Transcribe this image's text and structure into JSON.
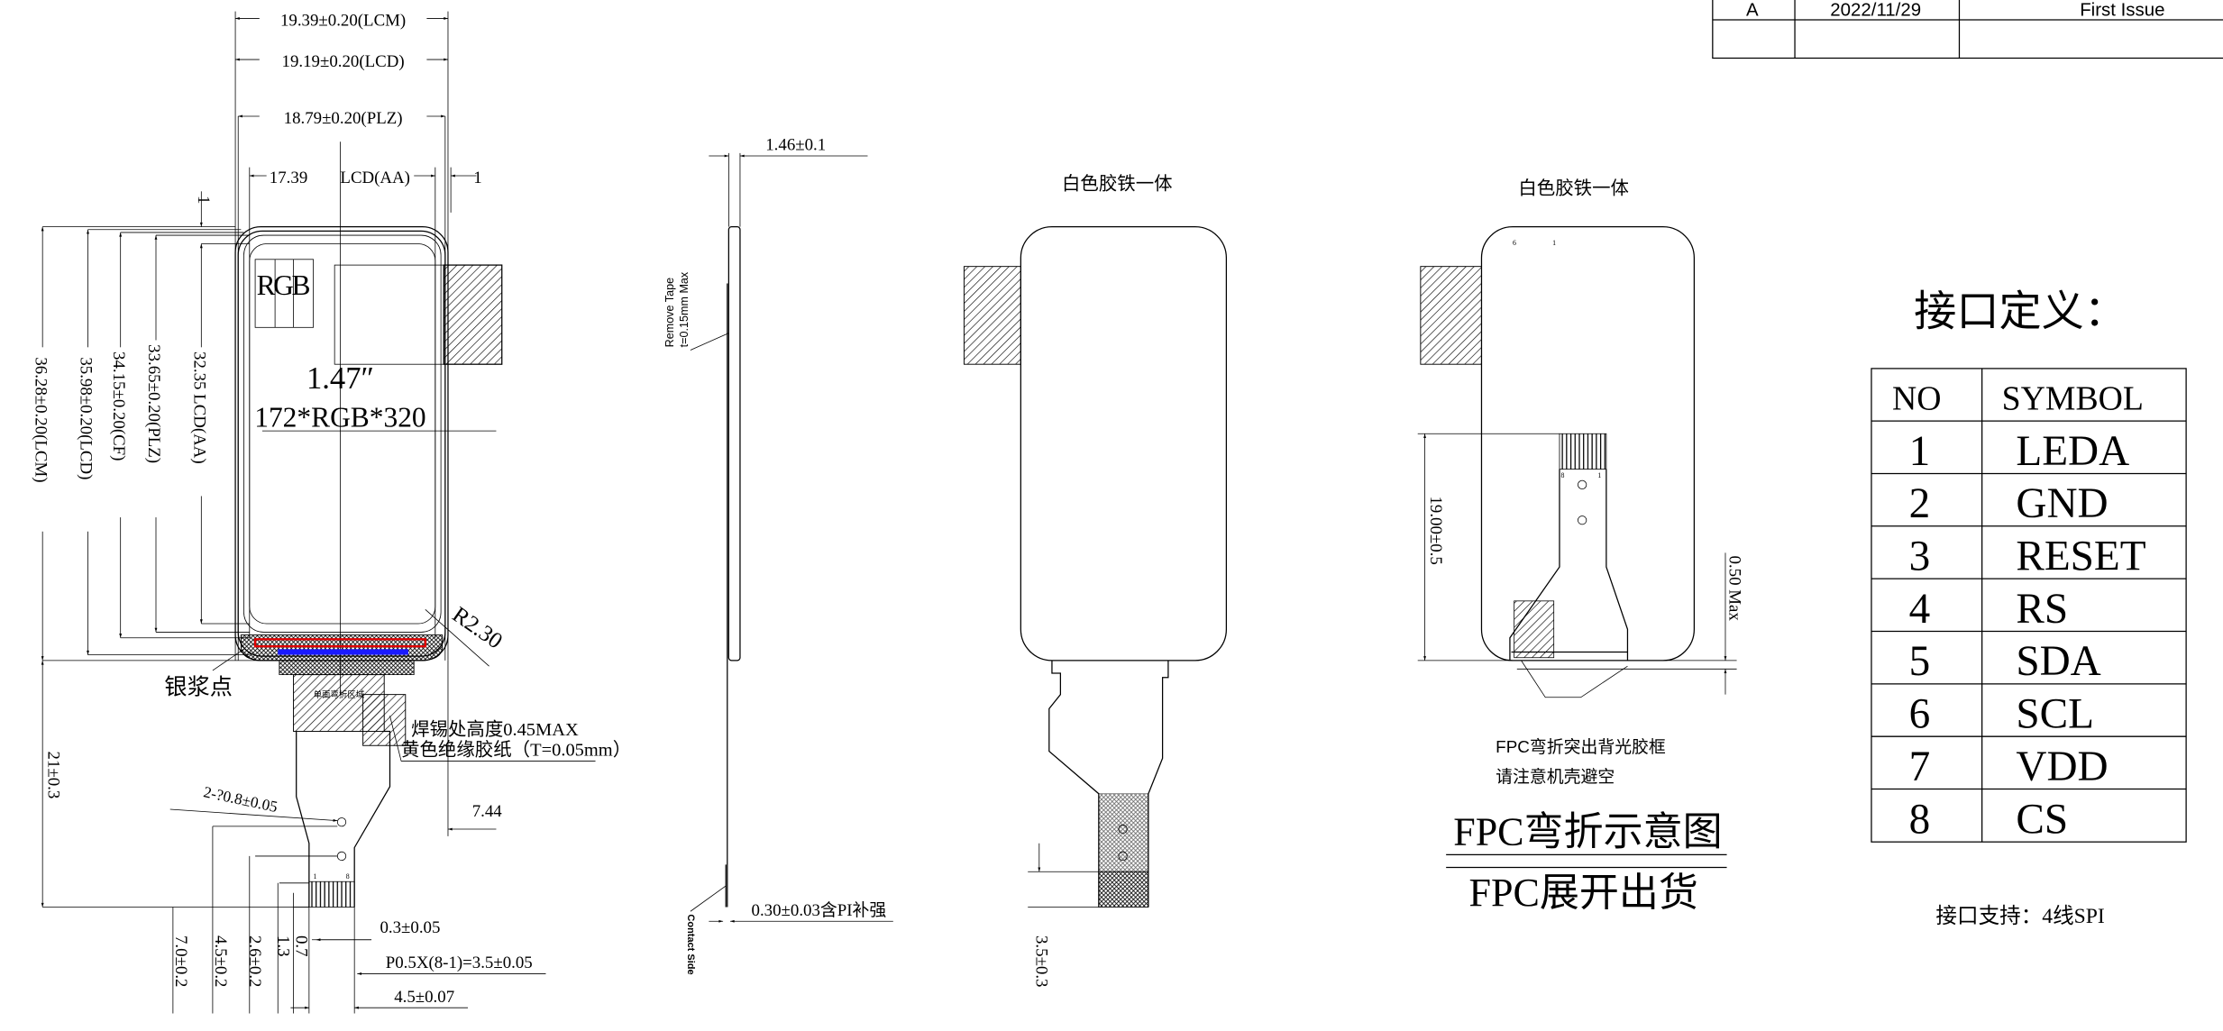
{
  "revision_table": {
    "rev": "A",
    "date": "2022/11/29",
    "description": "First Issue"
  },
  "front_view": {
    "width_lcm": "19.39±0.20(LCM)",
    "width_lcd": "19.19±0.20(LCD)",
    "width_plz": "18.79±0.20(PLZ)",
    "width_aa": "17.39",
    "width_aa_label": "LCD(AA)",
    "offset_right": "1",
    "offset_top": "1",
    "rgb_label": "RGB",
    "size": "1.47″",
    "resolution": "172*RGB*320",
    "height_lcm": "36.28±0.20(LCM)",
    "height_lcd": "35.98±0.20(LCD)",
    "height_cf": "34.15±0.20(CF)",
    "height_plz": "33.65±0.20(PLZ)",
    "height_aa": "32.35  LCD(AA)",
    "radius": "R2.30",
    "silver_dot": "银浆点",
    "bend_area": "单面弯折区域",
    "solder_note": "焊锡处高度0.45MAX",
    "tape_note": "黄色绝缘胶纸（T=0.05mm）",
    "fpc_length": "21±0.3",
    "hole_spec": "2-?0.8±0.05",
    "fpc_offset": "7.44",
    "pin_width": "0.3±0.05",
    "pitch": "P0.5X(8-1)=3.5±0.05",
    "finger_width": "4.5±0.07",
    "dim_7": "7.0±0.2",
    "dim_45": "4.5±0.2",
    "dim_26": "2.6±0.2",
    "dim_13": "1.3",
    "dim_07": "0.7",
    "pin_first": "1",
    "pin_last": "8"
  },
  "side_view": {
    "thickness": "1.46±0.1",
    "tape_line1": "Remove Tape",
    "tape_line2": "t=0.15mm Max",
    "contact_side": "Contact Side",
    "fpc_thickness": "0.30±0.03含PI补强"
  },
  "back_view_unfolded": {
    "label": "白色胶铁一体",
    "fpc_dim": "3.5±0.3"
  },
  "back_view_folded": {
    "label": "白色胶铁一体",
    "fold_dim": "19.00±0.5",
    "protrude_dim": "0.50 Max",
    "note1": "FPC弯折突出背光胶框",
    "note2": "请注意机壳避空",
    "pin_a": "8",
    "pin_b": "1",
    "top_a": "6",
    "top_b": "1"
  },
  "fpc_titles": {
    "fold": "FPC弯折示意图",
    "flat": "FPC展开出货"
  },
  "interface": {
    "title": "接口定义：",
    "headers": [
      "NO",
      "SYMBOL"
    ],
    "rows": [
      [
        "1",
        "LEDA"
      ],
      [
        "2",
        "GND"
      ],
      [
        "3",
        "RESET"
      ],
      [
        "4",
        "RS"
      ],
      [
        "5",
        "SDA"
      ],
      [
        "6",
        "SCL"
      ],
      [
        "7",
        "VDD"
      ],
      [
        "8",
        "CS"
      ]
    ],
    "support": "接口支持：4线SPI"
  },
  "colors": {
    "red_bar": "#e00000",
    "blue_bar": "#1a1aff"
  }
}
